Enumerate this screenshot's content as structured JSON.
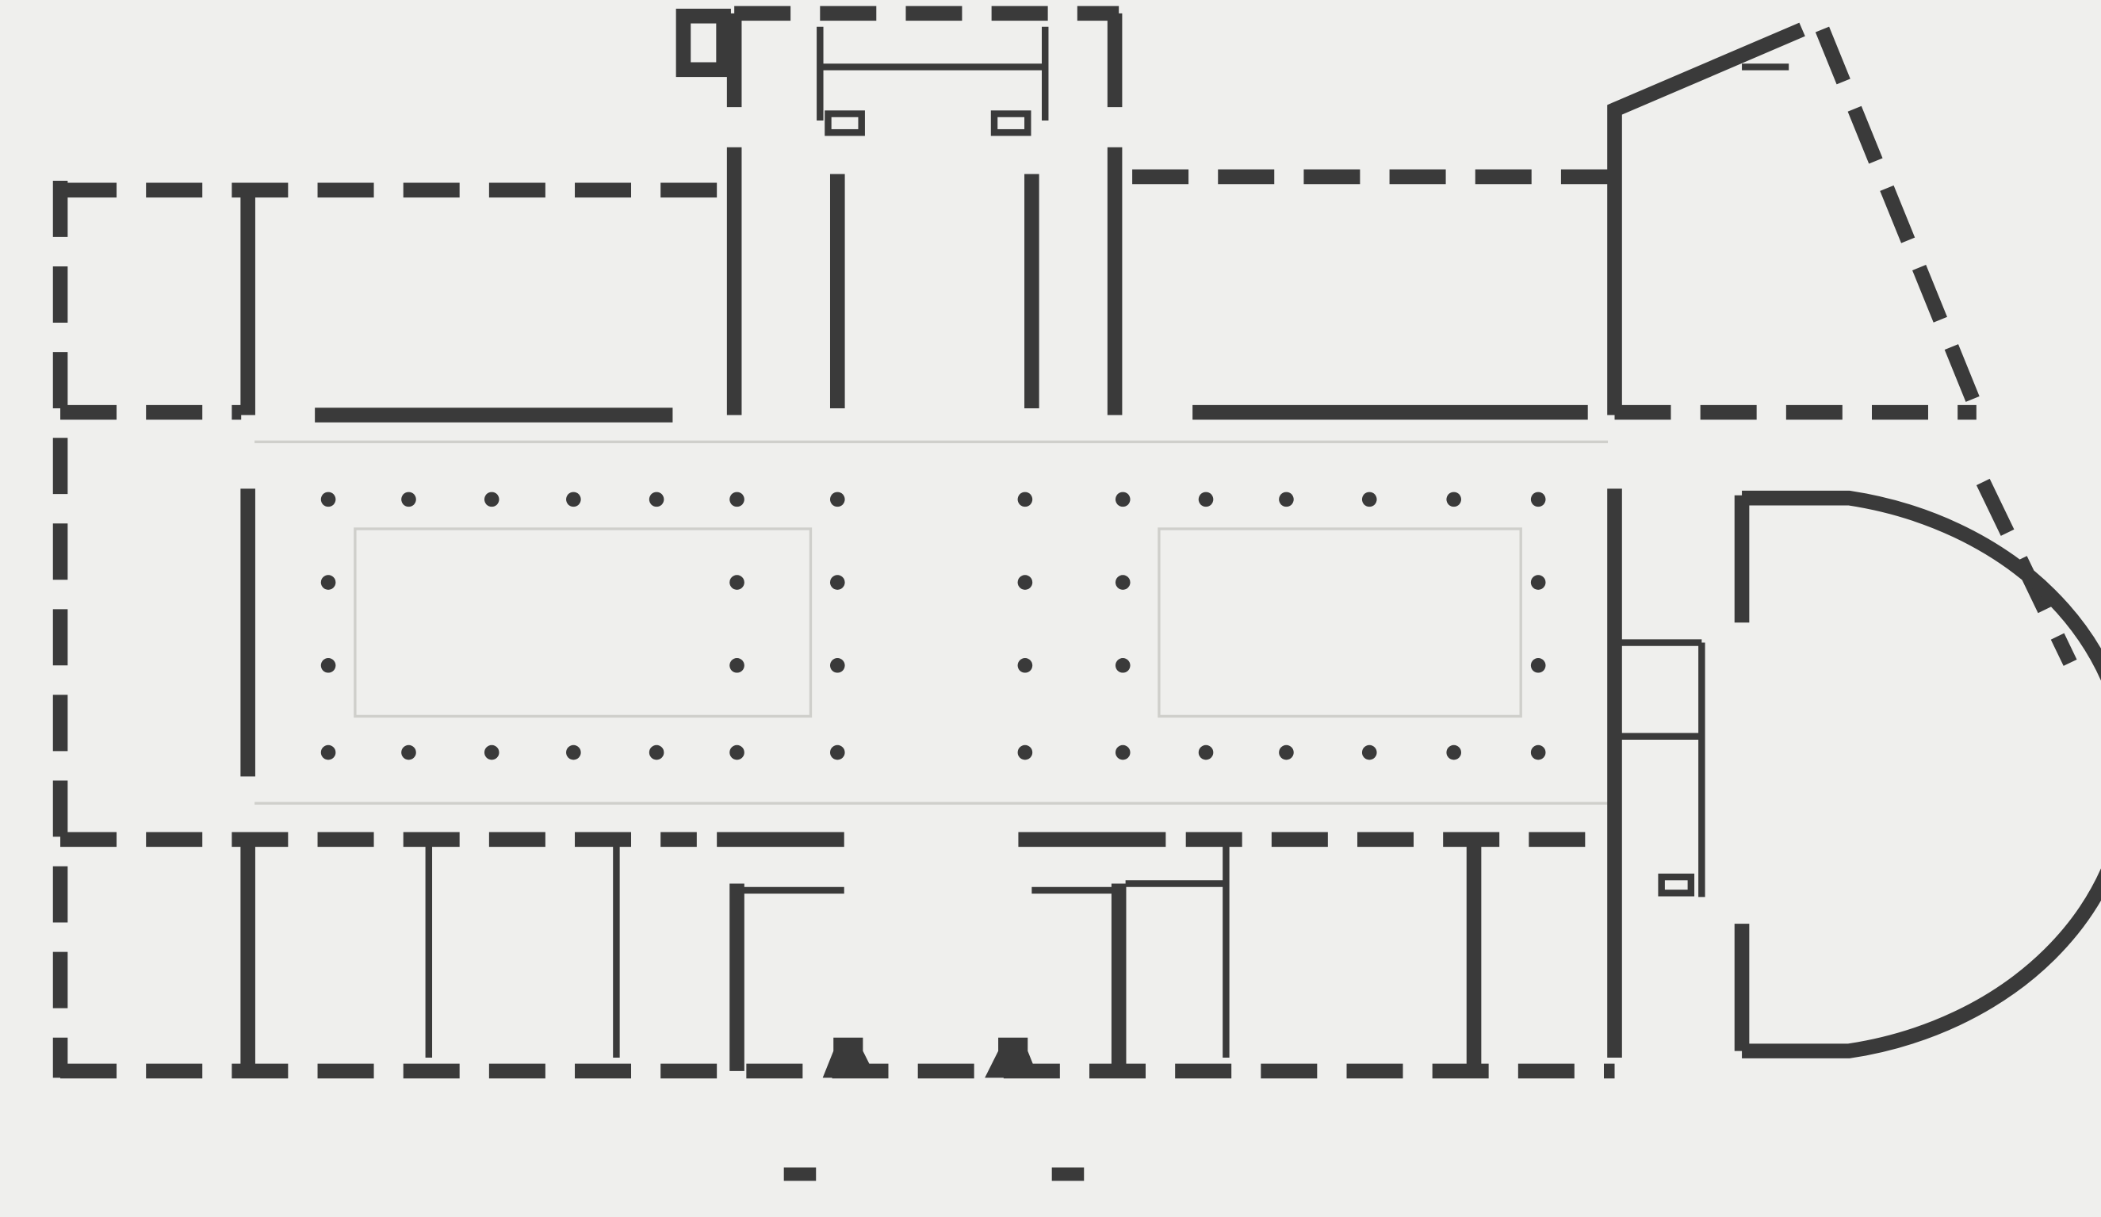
{
  "drawing": {
    "type": "architectural-floor-plan",
    "colors": {
      "background": "#efefed",
      "wall": "#3a3a3a"
    },
    "colonnade": {
      "row_count": 4,
      "outer_row_columns": 14,
      "inner_row_columns": 6
    }
  }
}
